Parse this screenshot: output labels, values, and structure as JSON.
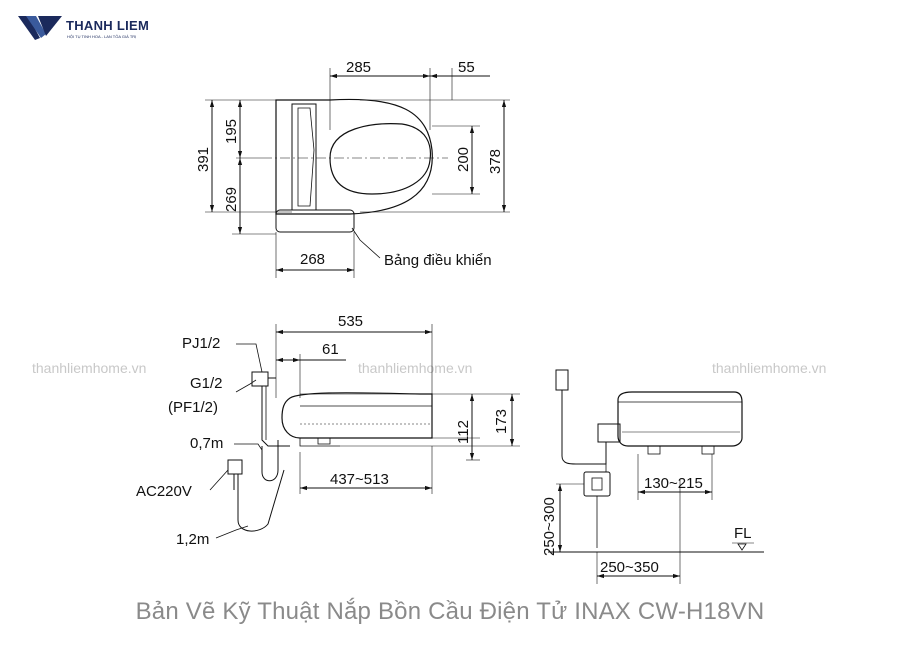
{
  "logo": {
    "name": "THANH LIEM",
    "tagline": "HỘI TỤ TINH HOA - LAN TỎA GIÁ TRỊ"
  },
  "watermarks": [
    "thanhliemhome.vn",
    "thanhliemhome.vn",
    "thanhliemhome.vn"
  ],
  "top_view": {
    "dim_285": "285",
    "dim_55": "55",
    "dim_195": "195",
    "dim_391": "391",
    "dim_269": "269",
    "dim_200": "200",
    "dim_378": "378",
    "dim_268": "268",
    "control_panel_label": "Bảng điều khiển"
  },
  "side_view": {
    "dim_535": "535",
    "dim_61": "61",
    "label_pj": "PJ1/2",
    "label_g": "G1/2",
    "label_pf": "(PF1/2)",
    "label_hose": "0,7m",
    "label_power": "AC220V",
    "label_cord": "1,2m",
    "dim_112": "112",
    "dim_173": "173",
    "dim_437_513": "437~513"
  },
  "rear_view": {
    "dim_130_215": "130~215",
    "dim_250_300": "250~300",
    "dim_250_350": "250~350",
    "label_fl": "FL"
  },
  "caption": "Bản Vẽ Kỹ Thuật Nắp Bồn Cầu Điện Tử INAX CW-H18VN",
  "colors": {
    "line": "#111111",
    "brand": "#1b2a5c",
    "watermark": "#c8c8c8",
    "caption": "#8a8a8a"
  }
}
